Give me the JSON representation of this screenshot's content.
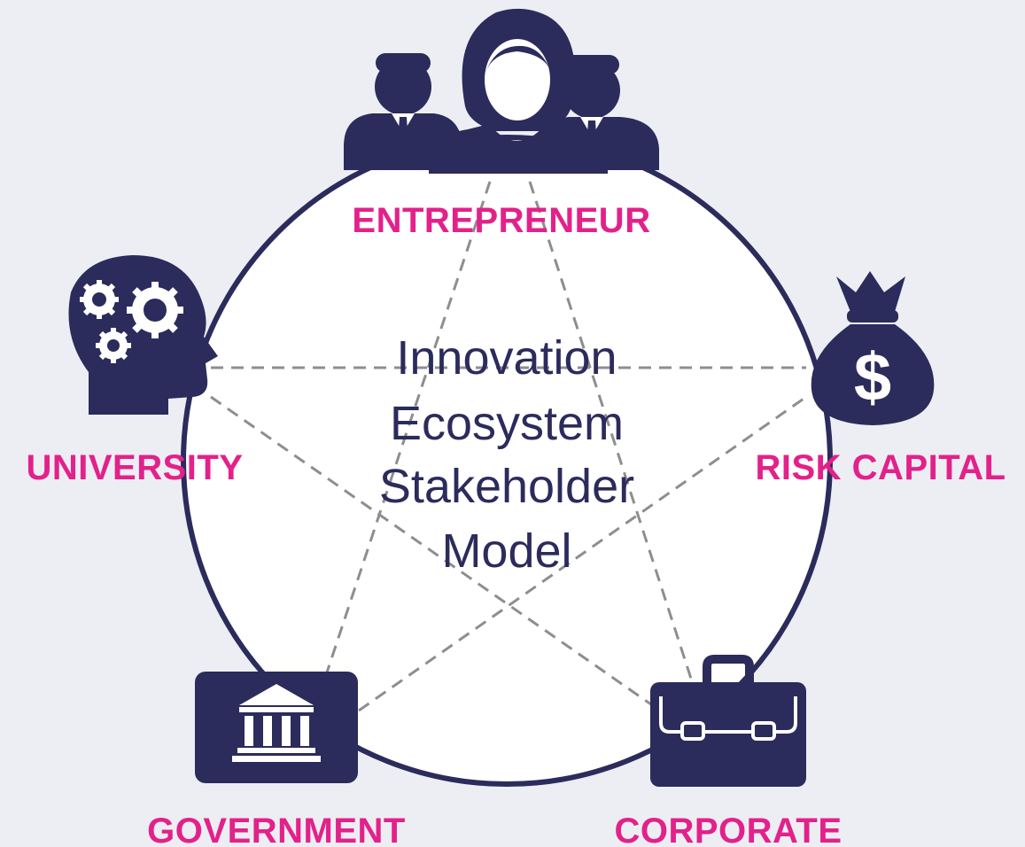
{
  "diagram": {
    "title_lines": [
      "Innovation",
      "Ecosystem",
      "Stakeholder",
      "Model"
    ],
    "stakeholders": {
      "entrepreneur": "ENTREPRENEUR",
      "risk_capital": "RISK CAPITAL",
      "university": "UNIVERSITY",
      "government": "GOVERNMENT",
      "corporate": "CORPORATE"
    },
    "icons": {
      "entrepreneur": "people-group-icon",
      "risk_capital": "money-bag-icon",
      "university": "head-gears-icon",
      "government": "government-building-icon",
      "corporate": "briefcase-icon"
    }
  },
  "colors": {
    "background": "#eceef3",
    "circle_fill": "#ffffff",
    "navy": "#2b2b5c",
    "accent": "#e3218a",
    "dash": "#8e8e8e"
  }
}
